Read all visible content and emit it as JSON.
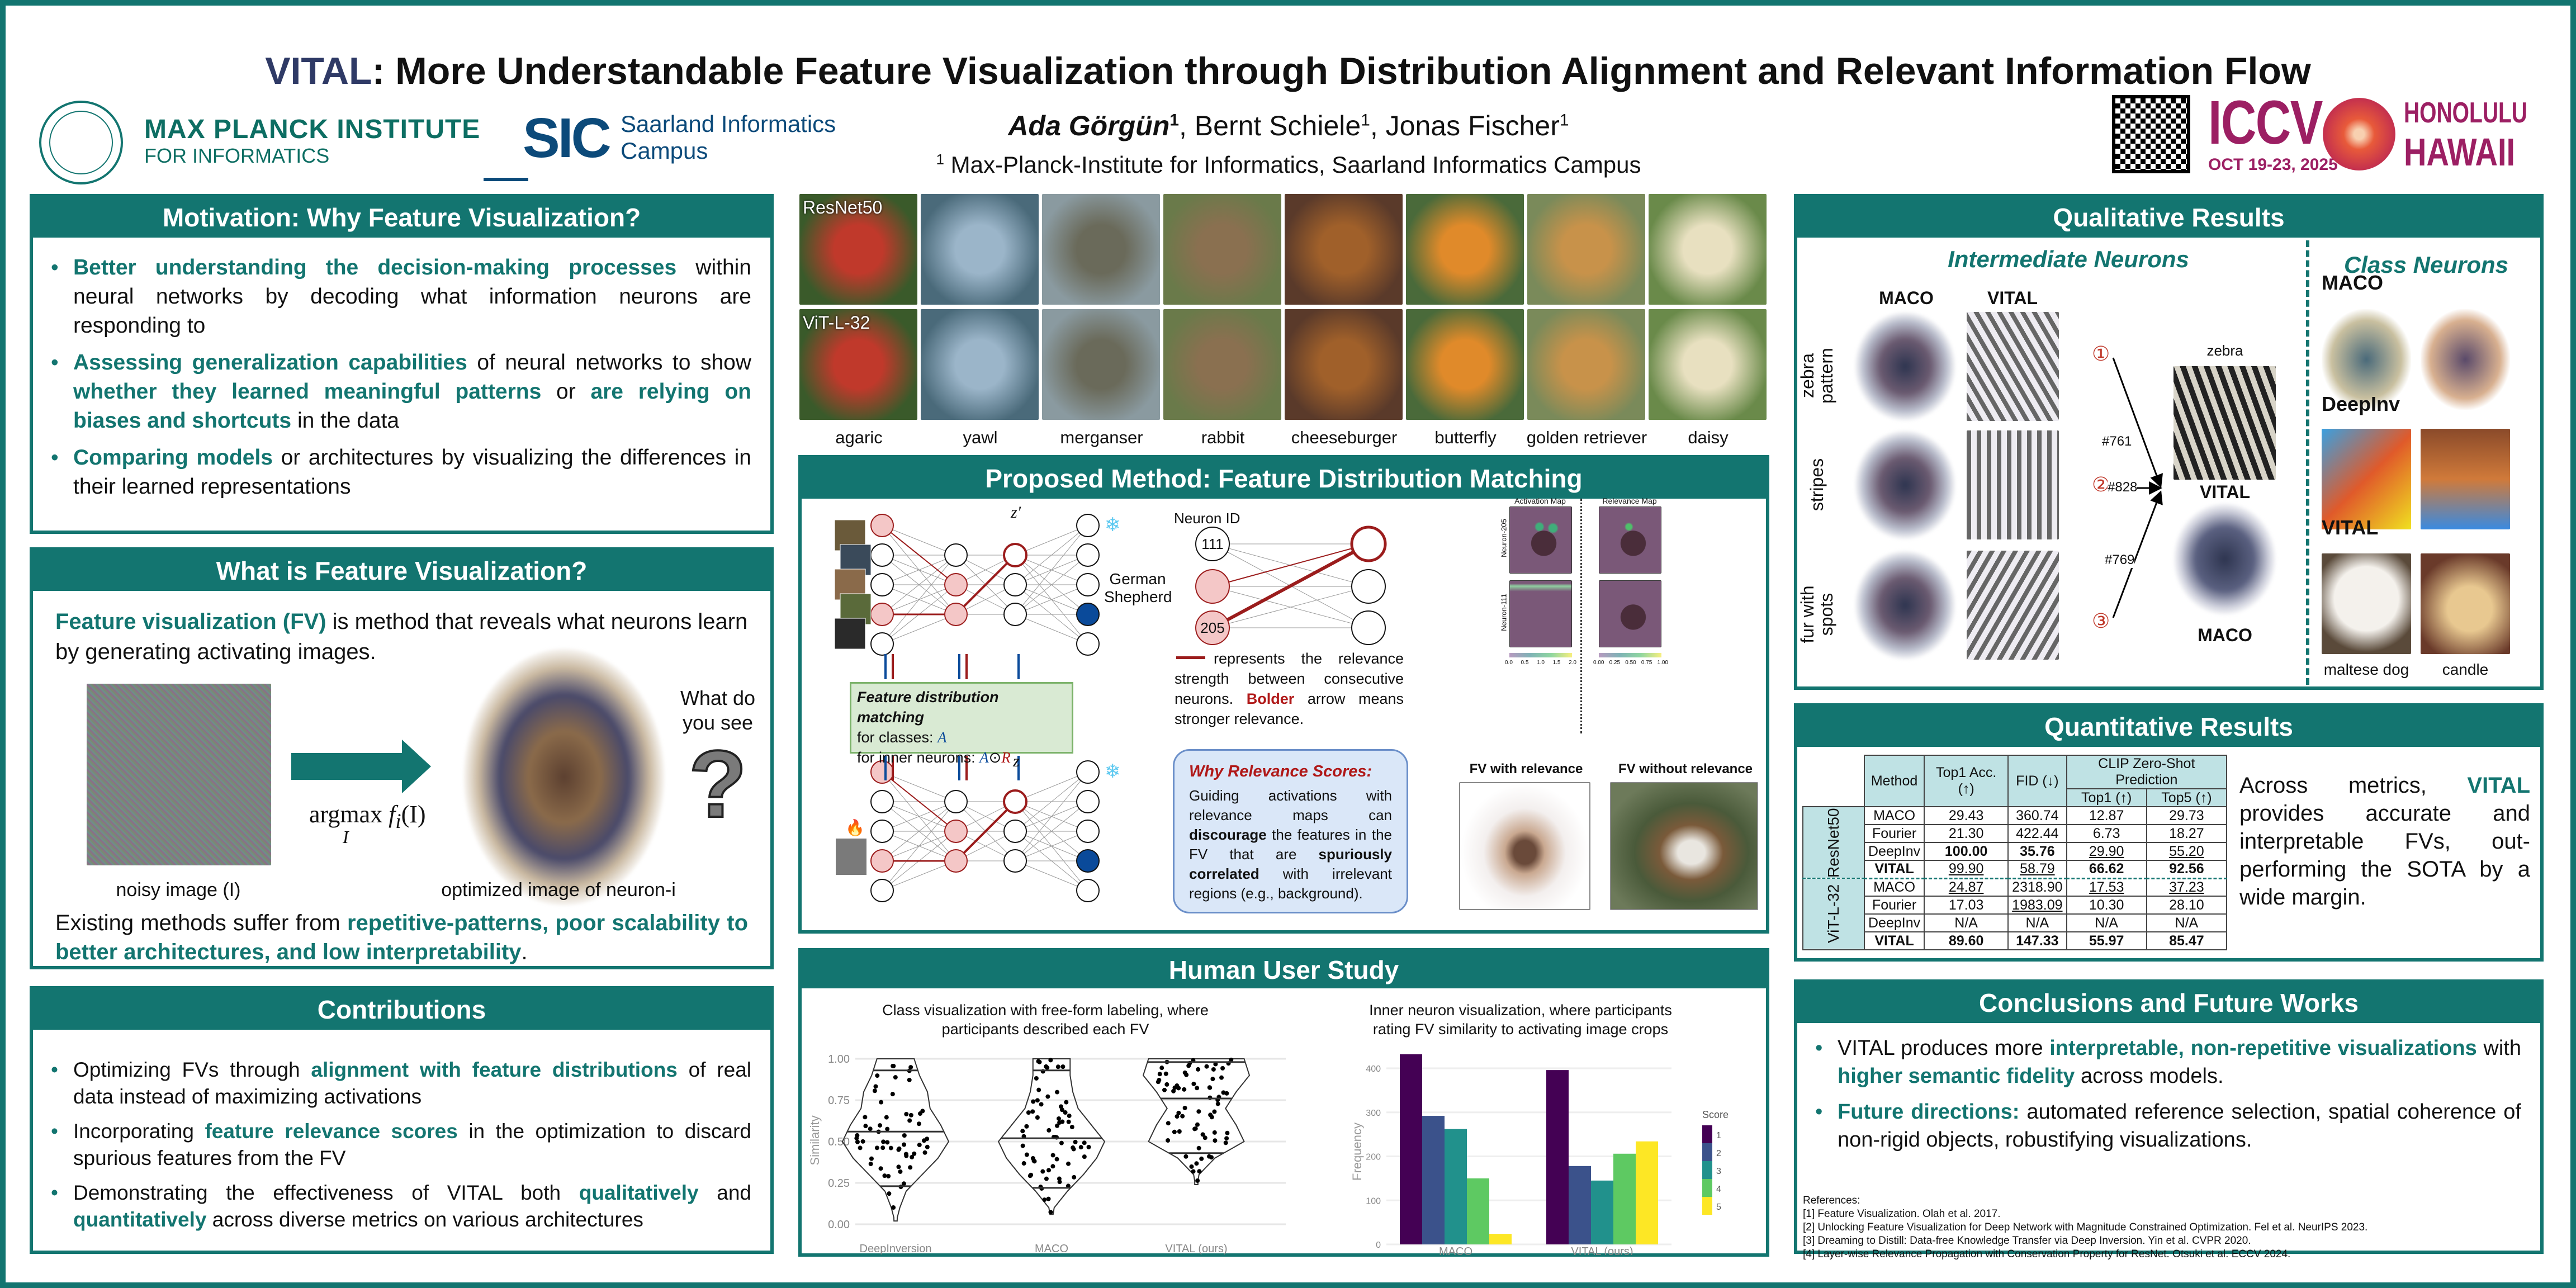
{
  "title": {
    "brand": "VITAL",
    "text": ": More Understandable Feature Visualization through Distribution Alignment and Relevant Information Flow"
  },
  "logos": {
    "mpi": {
      "line1": "MAX PLANCK INSTITUTE",
      "line2": "FOR INFORMATICS"
    },
    "sic": {
      "abbr": "SIC",
      "line1": "Saarland Informatics",
      "line2": "Campus"
    },
    "iccv": {
      "name": "ICCV",
      "date": "OCT 19-23, 2025",
      "city": "HONOLULU",
      "state": "HAWAII"
    }
  },
  "authors": [
    {
      "name": "Ada Görgün",
      "sup": "1"
    },
    {
      "name": "Bernt Schiele",
      "sup": "1"
    },
    {
      "name": "Jonas Fischer",
      "sup": "1"
    }
  ],
  "affiliation": {
    "sup": "1",
    "text": " Max-Planck-Institute for Informatics, Saarland Informatics Campus"
  },
  "motivation": {
    "header": "Motivation: Why Feature Visualization?",
    "bullets": [
      [
        [
          "Better understanding the decision-making processes",
          "hl"
        ],
        [
          " within neural networks by decoding what information neurons are responding to",
          ""
        ]
      ],
      [
        [
          "Assessing generalization capabilities",
          "hl"
        ],
        [
          " of neural networks to show ",
          ""
        ],
        [
          "whether they learned meaningful patterns",
          "hl"
        ],
        [
          " or ",
          ""
        ],
        [
          "are relying on biases and shortcuts",
          "hl"
        ],
        [
          " in the data",
          ""
        ]
      ],
      [
        [
          "Comparing models",
          "hl"
        ],
        [
          " or architectures by visualizing the differences in their learned representations",
          ""
        ]
      ]
    ]
  },
  "what_fv": {
    "header": "What is Feature Visualization?",
    "intro": [
      [
        "Feature visualization (FV)",
        "hl"
      ],
      [
        " is method that reveals what neurons learn by generating activating images.",
        ""
      ]
    ],
    "formula": "argmax",
    "formula_fn": "f",
    "formula_sub": "i",
    "formula_arg": "(I)",
    "formula_under": "I",
    "question": "What do you see",
    "qmark": "?",
    "noisy_caption": "noisy image (I)",
    "optimized_caption": "optimized image of neuron-i",
    "existing": [
      [
        "Existing methods suffer from ",
        ""
      ],
      [
        "repetitive-patterns, poor scalability to better architectures, and low interpretability",
        "hl"
      ],
      [
        ".",
        ""
      ]
    ]
  },
  "contributions": {
    "header": "Contributions",
    "bullets": [
      [
        [
          "Optimizing FVs through ",
          ""
        ],
        [
          "alignment with feature distributions",
          "hl"
        ],
        [
          " of real data instead of maximizing activations",
          ""
        ]
      ],
      [
        [
          "Incorporating ",
          ""
        ],
        [
          "feature relevance scores",
          "hl"
        ],
        [
          " in the optimization to discard spurious features from the FV",
          ""
        ]
      ],
      [
        [
          "Demonstrating the effectiveness of VITAL both ",
          ""
        ],
        [
          "qualitatively",
          "hl"
        ],
        [
          " and ",
          ""
        ],
        [
          "quantitatively",
          "hl"
        ],
        [
          " across diverse metrics on various architectures",
          ""
        ]
      ]
    ]
  },
  "image_grid": {
    "models": [
      "ResNet50",
      "ViT-L-32"
    ],
    "classes": [
      "agaric",
      "yawl",
      "merganser",
      "rabbit",
      "cheeseburger",
      "butterfly",
      "golden retriever",
      "daisy"
    ]
  },
  "method": {
    "header": "Proposed Method: Feature Distribution Matching",
    "z_prime": "z'",
    "z": "z",
    "class_label": "German Shepherd",
    "fdm_title": "Feature distribution matching",
    "fdm_classes": "for classes: ",
    "fdm_classes_sym": "A",
    "fdm_inner": "for inner neurons: ",
    "fdm_inner_a": "A",
    "fdm_inner_op": "⊙",
    "fdm_inner_r": "R",
    "neuron_id_label": "Neuron ID",
    "neuron_ids": [
      "111",
      "205"
    ],
    "legend": [
      [
        "represents the relevance strength between consecutive neurons. ",
        ""
      ],
      [
        "Bolder",
        "red"
      ],
      [
        " arrow means stronger relevance.",
        ""
      ]
    ],
    "why_title": "Why Relevance Scores:",
    "why_text": [
      [
        "Guiding activations with relevance maps can ",
        ""
      ],
      [
        "discourage",
        "b"
      ],
      [
        " the features in the FV that are ",
        ""
      ],
      [
        "spuriously correlated",
        "b"
      ],
      [
        " with irrelevant regions (e.g., background).",
        ""
      ]
    ],
    "maps": {
      "activation_title": "Activation Map",
      "relevance_title": "Relevance Map",
      "rows": [
        "Neuron-205",
        "Neuron-111"
      ],
      "activation_ticks": [
        "0.0",
        "0.5",
        "1.0",
        "1.5",
        "2.0"
      ],
      "relevance_ticks": [
        "0.00",
        "0.25",
        "0.50",
        "0.75",
        "1.00"
      ]
    },
    "fv_with": "FV with relevance",
    "fv_without": "FV without relevance"
  },
  "user_study": {
    "header": "Human User Study"
  },
  "chart_data": [
    {
      "type": "violin",
      "title": "Class visualization with free-form labeling, where participants described each FV",
      "ylabel": "Similarity",
      "xlabel": "",
      "ylim": [
        0,
        1
      ],
      "yticks": [
        "0.00",
        "0.25",
        "0.50",
        "0.75",
        "1.00"
      ],
      "categories": [
        "DeepInversion",
        "MACO",
        "VITAL (ours)"
      ],
      "quantiles": [
        [
          0.23,
          0.56,
          0.93
        ],
        [
          0.22,
          0.52,
          0.93
        ],
        [
          0.43,
          0.76,
          0.98
        ]
      ],
      "min": [
        0.02,
        0.06,
        0.24
      ],
      "density_y": [
        0,
        0.1,
        0.2,
        0.3,
        0.4,
        0.5,
        0.6,
        0.7,
        0.8,
        0.9,
        1.0
      ],
      "density": [
        [
          0.0,
          0.08,
          0.2,
          0.5,
          0.8,
          1.0,
          0.85,
          0.65,
          0.6,
          0.45,
          0.35
        ],
        [
          0.0,
          0.05,
          0.3,
          0.6,
          0.85,
          1.0,
          0.75,
          0.5,
          0.4,
          0.35,
          0.35
        ],
        [
          0.0,
          0.0,
          0.0,
          0.05,
          0.35,
          0.9,
          0.75,
          0.55,
          0.75,
          1.0,
          0.9
        ]
      ]
    },
    {
      "type": "bar",
      "title": "Inner neuron visualization, where participants rating FV similarity to activating image crops",
      "ylabel": "Frequency",
      "xlabel": "",
      "ylim": [
        0,
        440
      ],
      "yticks": [
        "0",
        "100",
        "200",
        "300",
        "400"
      ],
      "categories": [
        "MACO",
        "VITAL (ours)"
      ],
      "legend_title": "Score",
      "legend_position": "right",
      "series": [
        {
          "name": "1",
          "color": "#440154",
          "values": [
            432,
            396
          ]
        },
        {
          "name": "2",
          "color": "#3b528b",
          "values": [
            292,
            178
          ]
        },
        {
          "name": "3",
          "color": "#21918c",
          "values": [
            262,
            145
          ]
        },
        {
          "name": "4",
          "color": "#5ec962",
          "values": [
            150,
            206
          ]
        },
        {
          "name": "5",
          "color": "#fde725",
          "values": [
            24,
            234
          ]
        }
      ]
    }
  ],
  "qualitative": {
    "header": "Qualitative Results",
    "intermediate_title": "Intermediate Neurons",
    "class_title": "Class Neurons",
    "col_maco": "MACO",
    "col_vital": "VITAL",
    "rows": [
      "zebra pattern",
      "stripes",
      "fur with spots"
    ],
    "markers": [
      "①",
      "②",
      "③"
    ],
    "neuron_ids": [
      "#761",
      "#828",
      "#769"
    ],
    "target": "zebra",
    "target_vital": "VITAL",
    "target_maco": "MACO",
    "class_methods": [
      "MACO",
      "DeepInv",
      "VITAL"
    ],
    "class_labels": [
      "maltese dog",
      "candle"
    ]
  },
  "quantitative": {
    "header": "Quantitative Results",
    "columns": [
      "Method",
      "Top1 Acc. (↑)",
      "FID (↓)",
      "CLIP Zero-Shot Prediction",
      "Top1 (↑)",
      "Top5 (↑)"
    ],
    "groups": [
      {
        "name": "ResNet50",
        "rows": [
          {
            "cells": [
              "MACO",
              "29.43",
              "360.74",
              "12.87",
              "29.73"
            ],
            "bold": [
              false,
              false,
              false,
              false,
              false
            ],
            "under": [
              false,
              false,
              false,
              false,
              false
            ]
          },
          {
            "cells": [
              "Fourier",
              "21.30",
              "422.44",
              "6.73",
              "18.27"
            ],
            "bold": [
              false,
              false,
              false,
              false,
              false
            ],
            "under": [
              false,
              false,
              false,
              false,
              false
            ]
          },
          {
            "cells": [
              "DeepInv",
              "100.00",
              "35.76",
              "29.90",
              "55.20"
            ],
            "bold": [
              false,
              true,
              true,
              false,
              false
            ],
            "under": [
              false,
              false,
              false,
              true,
              true
            ]
          },
          {
            "cells": [
              "VITAL",
              "99.90",
              "58.79",
              "66.62",
              "92.56"
            ],
            "bold": [
              true,
              false,
              false,
              true,
              true
            ],
            "under": [
              false,
              true,
              true,
              false,
              false
            ]
          }
        ]
      },
      {
        "name": "ViT-L-32",
        "rows": [
          {
            "cells": [
              "MACO",
              "24.87",
              "2318.90",
              "17.53",
              "37.23"
            ],
            "bold": [
              false,
              false,
              false,
              false,
              false
            ],
            "under": [
              false,
              true,
              false,
              true,
              true
            ]
          },
          {
            "cells": [
              "Fourier",
              "17.03",
              "1983.09",
              "10.30",
              "28.10"
            ],
            "bold": [
              false,
              false,
              false,
              false,
              false
            ],
            "under": [
              false,
              false,
              true,
              false,
              false
            ]
          },
          {
            "cells": [
              "DeepInv",
              "N/A",
              "N/A",
              "N/A",
              "N/A"
            ],
            "bold": [
              false,
              false,
              false,
              false,
              false
            ],
            "under": [
              false,
              false,
              false,
              false,
              false
            ]
          },
          {
            "cells": [
              "VITAL",
              "89.60",
              "147.33",
              "55.97",
              "85.47"
            ],
            "bold": [
              true,
              true,
              true,
              true,
              true
            ],
            "under": [
              false,
              false,
              false,
              false,
              false
            ]
          }
        ]
      }
    ],
    "summary": [
      [
        "Across metrics, ",
        ""
      ],
      [
        "VITAL",
        "hl"
      ],
      [
        " provides accurate and interpretable FVs, out-performing the SOTA by a wide margin.",
        ""
      ]
    ]
  },
  "conclusions": {
    "header": "Conclusions and Future Works",
    "bullets": [
      [
        [
          "VITAL produces more ",
          ""
        ],
        [
          "interpretable, non-repetitive visualizations",
          "hl"
        ],
        [
          " with ",
          ""
        ],
        [
          "higher semantic fidelity",
          "hl"
        ],
        [
          " across models.",
          ""
        ]
      ],
      [
        [
          "Future directions:",
          "hl"
        ],
        [
          " automated reference selection, spatial coherence of non-rigid objects, robustifying visualizations.",
          ""
        ]
      ]
    ],
    "references_title": "References:",
    "references": [
      "[1] Feature Visualization. Olah et al. 2017.",
      "[2] Unlocking Feature Visualization for Deep Network with Magnitude Constrained Optimization. Fel et al. NeurIPS 2023.",
      "[3] Dreaming to Distill: Data-free Knowledge Transfer via Deep Inversion. Yin et al. CVPR 2020.",
      "[4] Layer-wise Relevance Propagation with Conservation Property for ResNet. Otsuki et al. ECCV 2024."
    ]
  },
  "colors": {
    "accent": "#137570",
    "navy": "#2f3a66",
    "relevance_red": "#9b1c1c",
    "class_blue": "#0a4a9a",
    "iccv_magenta": "#9c1f63"
  }
}
